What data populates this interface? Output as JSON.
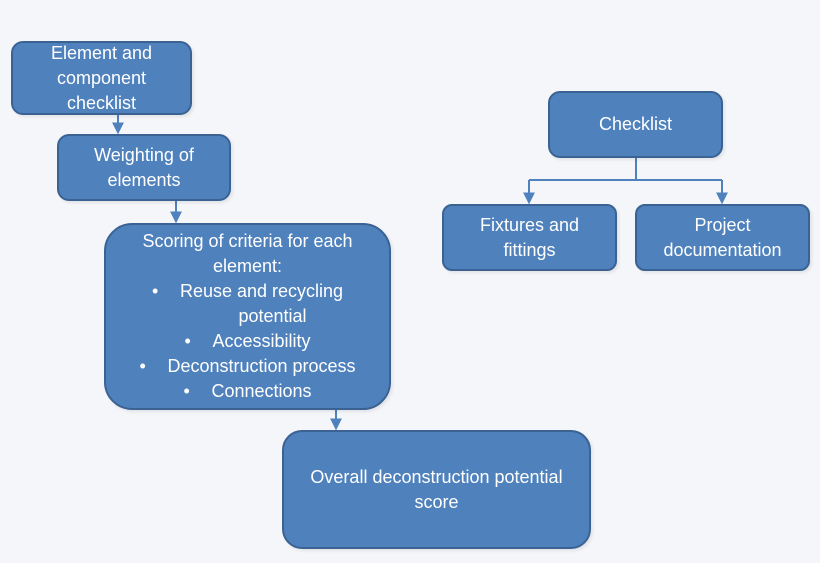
{
  "nodes": {
    "element_checklist": {
      "label": [
        "Element and",
        "component",
        "checklist"
      ]
    },
    "weighting": {
      "label": [
        "Weighting of",
        "elements"
      ]
    },
    "scoring": {
      "label": [
        "Scoring of criteria for each",
        "element:"
      ],
      "bullets": [
        [
          "Reuse and recycling",
          "potential"
        ],
        [
          "Accessibility"
        ],
        [
          "Deconstruction process"
        ],
        [
          "Connections"
        ]
      ]
    },
    "overall_score": {
      "label": [
        "Overall deconstruction potential",
        "score"
      ]
    },
    "checklist": {
      "label": [
        "Checklist"
      ]
    },
    "fixtures": {
      "label": [
        "Fixtures and",
        "fittings"
      ]
    },
    "project_doc": {
      "label": [
        "Project",
        "documentation"
      ]
    }
  },
  "bullet_glyph": "•",
  "colors": {
    "node_fill": "#4f81bd",
    "node_border": "#3a6393",
    "edge": "#4f81bd",
    "text": "#ffffff",
    "background": "#f5f6fa"
  }
}
